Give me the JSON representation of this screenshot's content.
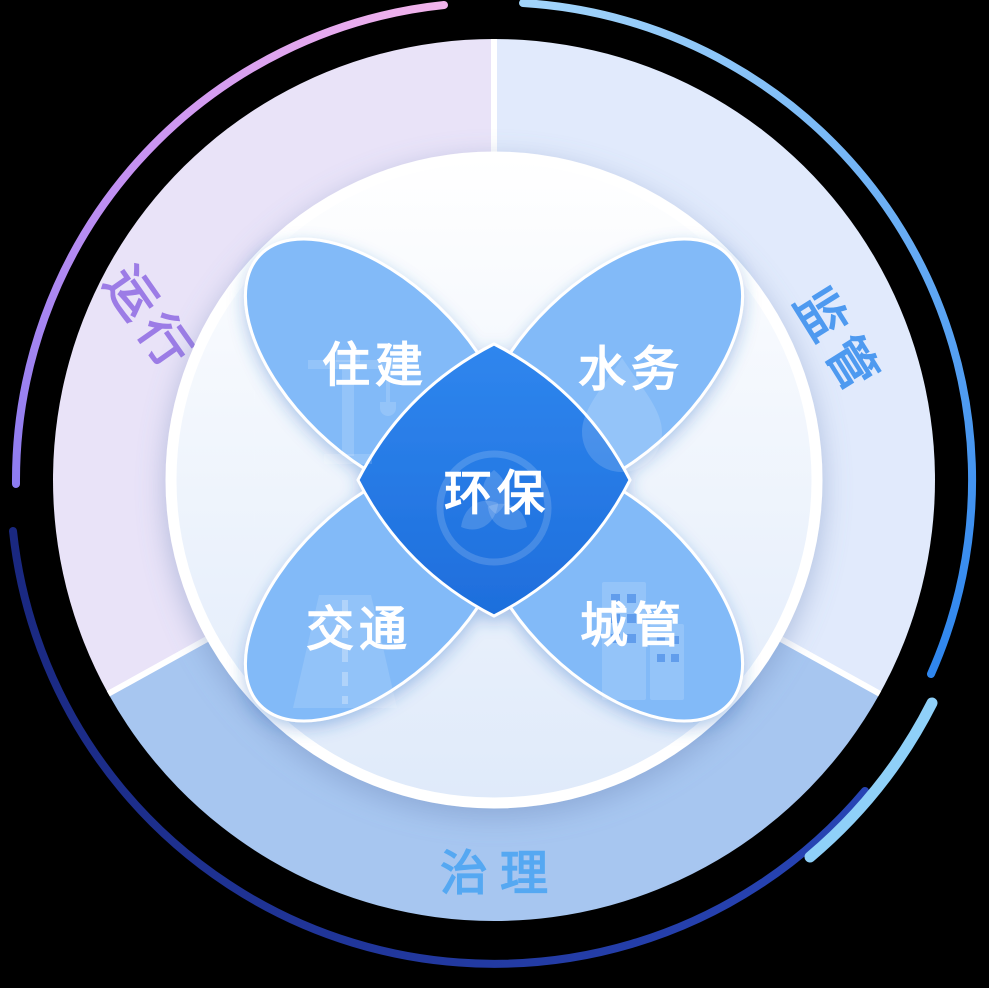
{
  "diagram": {
    "outer_ring": {
      "sectors": [
        {
          "label": "运行",
          "color": "#e9e3f8",
          "label_color": "#9c7ce6"
        },
        {
          "label": "监管",
          "color": "#e1eafc",
          "label_color": "#4e9af0"
        },
        {
          "label": "治理",
          "color": "#a7c6f0",
          "label_color": "#55a8f2"
        }
      ]
    },
    "petals": [
      {
        "label": "住建",
        "icon": "crane-icon"
      },
      {
        "label": "水务",
        "icon": "water-drop-icon"
      },
      {
        "label": "交通",
        "icon": "road-icon"
      },
      {
        "label": "城管",
        "icon": "buildings-icon"
      }
    ],
    "center": {
      "label": "环保",
      "icon": "eco-leaf-icon"
    },
    "colors": {
      "petal_blue": "#3f8ff0",
      "center_diamond_blue": "#2277e6",
      "inner_circle_top": "#ffffff",
      "inner_circle_bottom": "#e2edfb",
      "arc_pink": "#f2b4ec",
      "arc_purple": "#8d7cf0",
      "arc_blue_light": "#a2d4fa",
      "arc_blue_deep": "#2f86ee",
      "arc_navy": "#1b2d92",
      "arc_sky": "#8fd0f8"
    }
  }
}
